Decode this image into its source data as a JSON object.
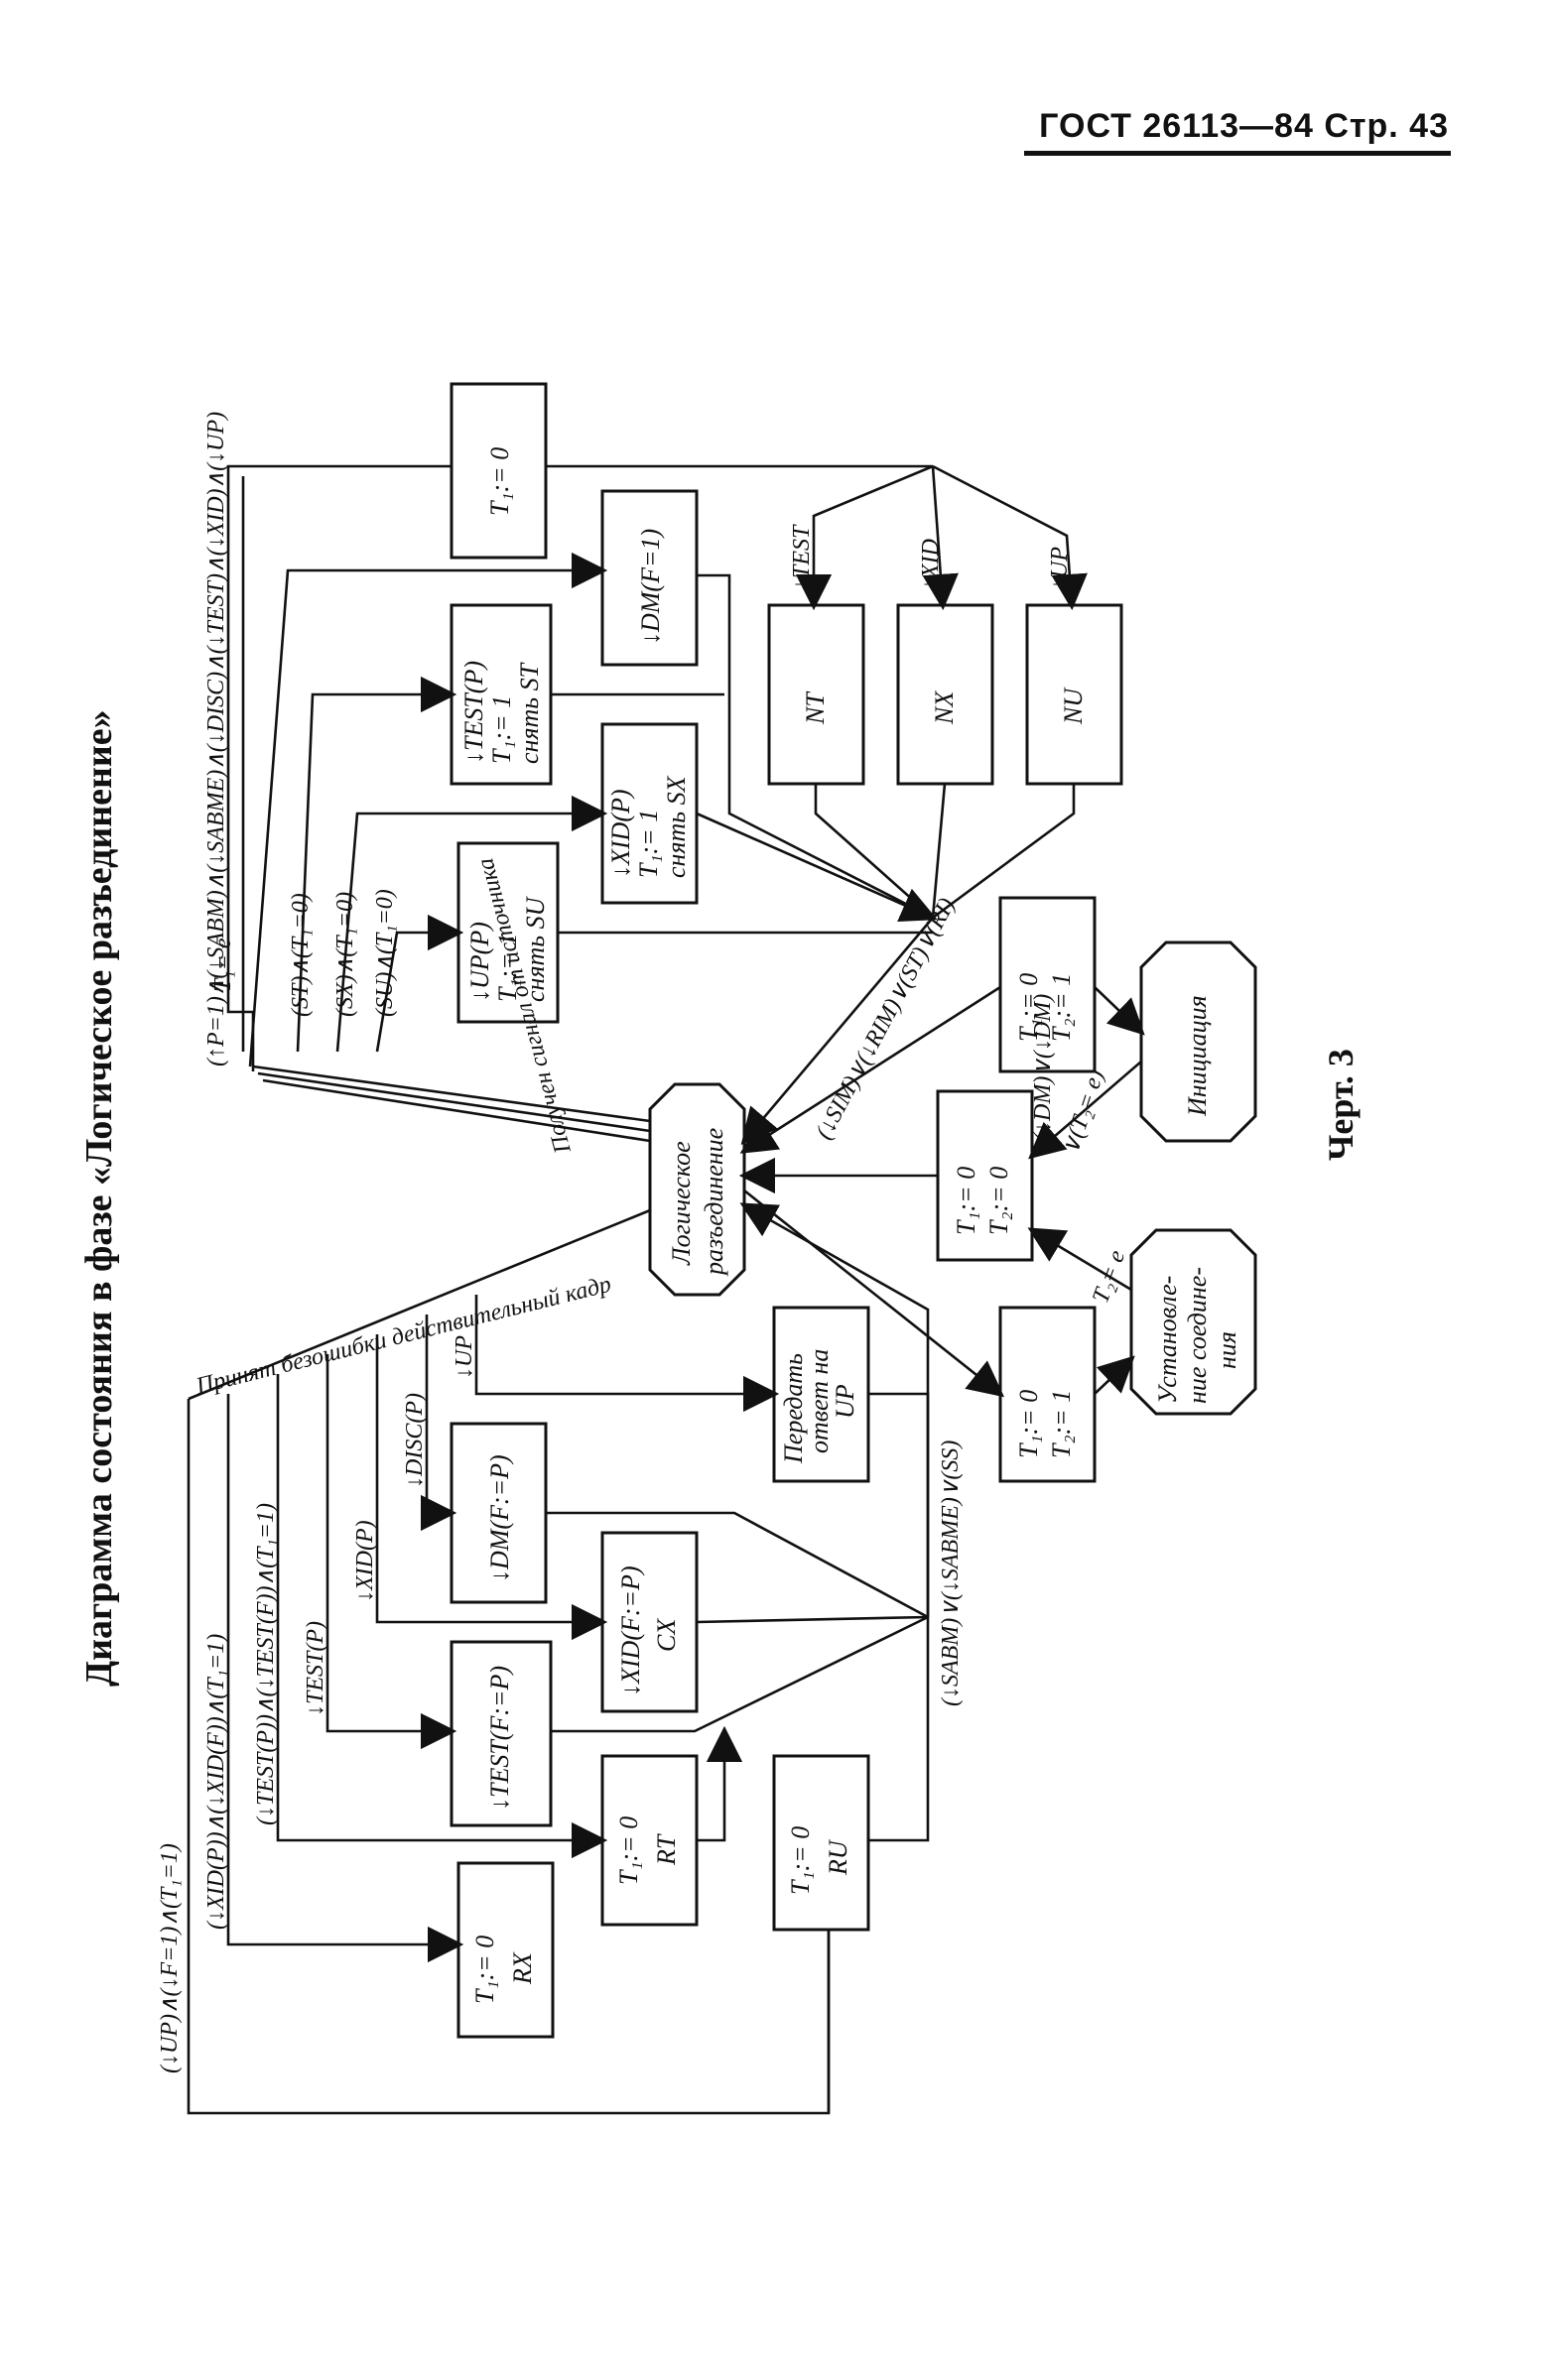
{
  "header": {
    "doc_id": "ГОСТ 26113—84",
    "page_label": "Стр. 43"
  },
  "figure_title": "Диаграмма состояния в фазе «Логическое разъединение»",
  "figure_caption": "Черт. 3",
  "states": {
    "logical_disconnect": "Логическое разъединение",
    "initiation": "Инициация",
    "connection_setup": "Установле-ние соедине-ния"
  },
  "boxes": {
    "t1_zero_top": "T₁:= 0",
    "dm_f1": "↓DM(F=1)",
    "test_st": [
      "↓TEST(P)",
      "T₁:= 1",
      "снять ST"
    ],
    "xid_sx": [
      "↓XID(P)",
      "T₁:= 1",
      "снять SX"
    ],
    "up_su": [
      "↓UP(P)",
      "T₁:= 1",
      "снять SU"
    ],
    "nt": "NT",
    "nx": "NX",
    "nu": "NU",
    "t1_t2_one_right": [
      "T₁:= 0",
      "T₂:= 1"
    ],
    "t1_t2_zero": [
      "T₁:= 0",
      "T₂:= 0"
    ],
    "t1_t2_one_mid": [
      "T₁:= 0",
      "T₂:= 1"
    ],
    "send_up": [
      "Передать",
      "ответ на",
      "UP"
    ],
    "dm_fp": "↓DM(F:=P)",
    "xid_cx": [
      "↓XID(F:=P)",
      "CX"
    ],
    "test_fp": "↓TEST(F:=P)",
    "rt": [
      "T₁:= 0",
      "RT"
    ],
    "rx": [
      "T₁:= 0",
      "RX"
    ],
    "ru": [
      "T₁:= 0",
      "RU"
    ]
  },
  "labels": {
    "top_cond": "(↑P=1)∧(↓SABM)∧(↓SABME)∧(↓DISC)∧(↓TEST)∧(↓XID)∧(↓UP)",
    "t1e": "T₁= e",
    "st_cond": "(ST)∧(T₁=0)",
    "sx_cond": "(SX)∧(T₁=0)",
    "su_cond": "(SU)∧(T₁=0)",
    "test_arrow": "↓TEST",
    "xid_arrow": "↓XID",
    "up_arrow": "↓UP",
    "sim_cond": "(↓SIM)∨(↓RIM)∨(ST)∨(RI)",
    "received_signal": "Получен сигнал от источника",
    "dm_cond": "(↓DM)∨(↓DM)",
    "t2e_cond": "∨(T₂= e)",
    "t2e": "T₂= e",
    "received_frame": "Принят безошибки действительный кадр",
    "up_in": "↓UP",
    "disc_p": "↓DISC(P)",
    "xid_p": "↓XID(P)",
    "test_p": "↓TEST(P)",
    "test_cond": "(↓TEST(P))∧(↓TEST(F))∧(T₁=1)",
    "xid_cond": "(↓XID(P))∧(↓XID(F))∧(T₁=1)",
    "up_cond": "(↓UP)∧(↓F=1)∧(T₁=1)",
    "sabm_cond": "(↓SABM)∨(↓SABME)∨(SS)"
  }
}
